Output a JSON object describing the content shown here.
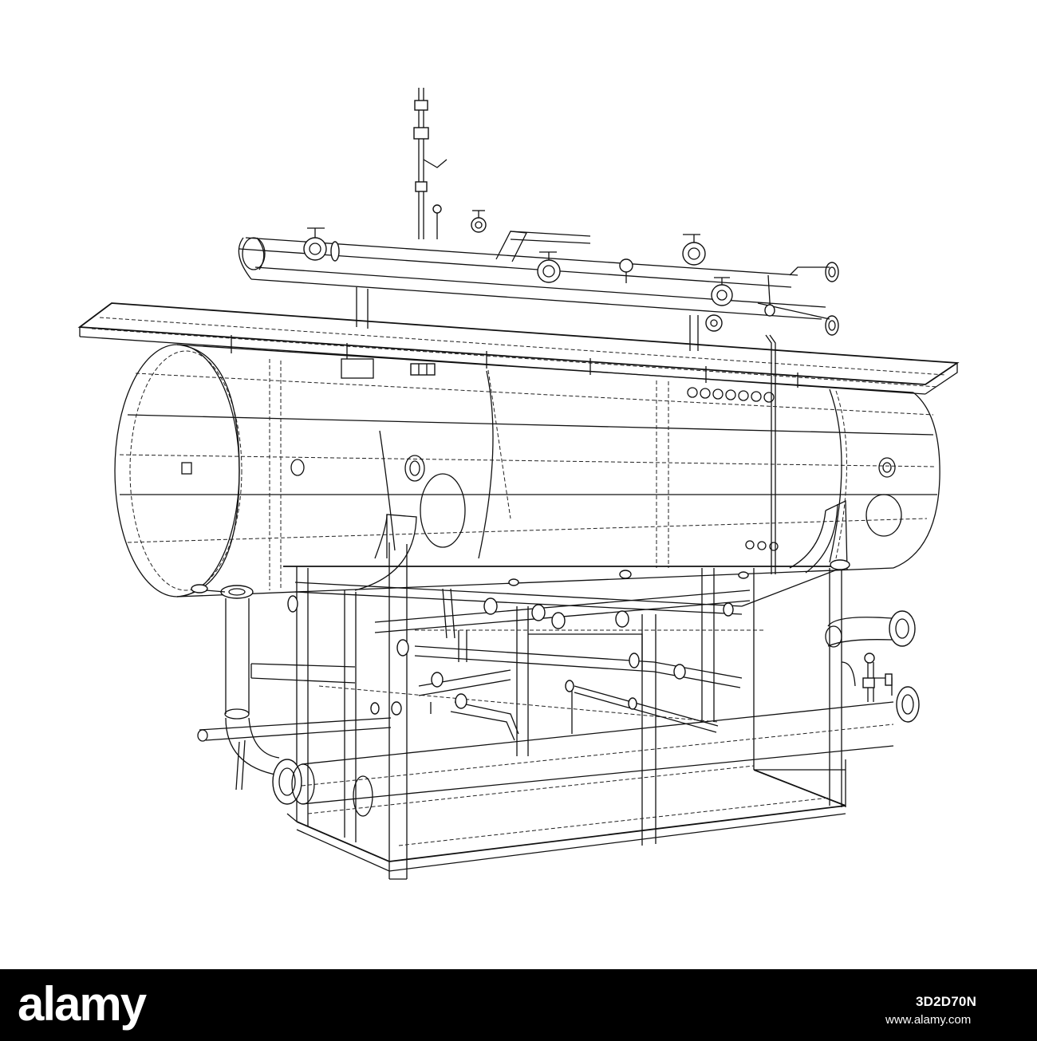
{
  "watermark": {
    "brand": "alamy",
    "image_id": "3D2D70N",
    "footer_url": "www.alamy.com"
  },
  "colors": {
    "background": "#ffffff",
    "linework": "#111111",
    "footer_bar": "#000000",
    "footer_text": "#ffffff"
  }
}
